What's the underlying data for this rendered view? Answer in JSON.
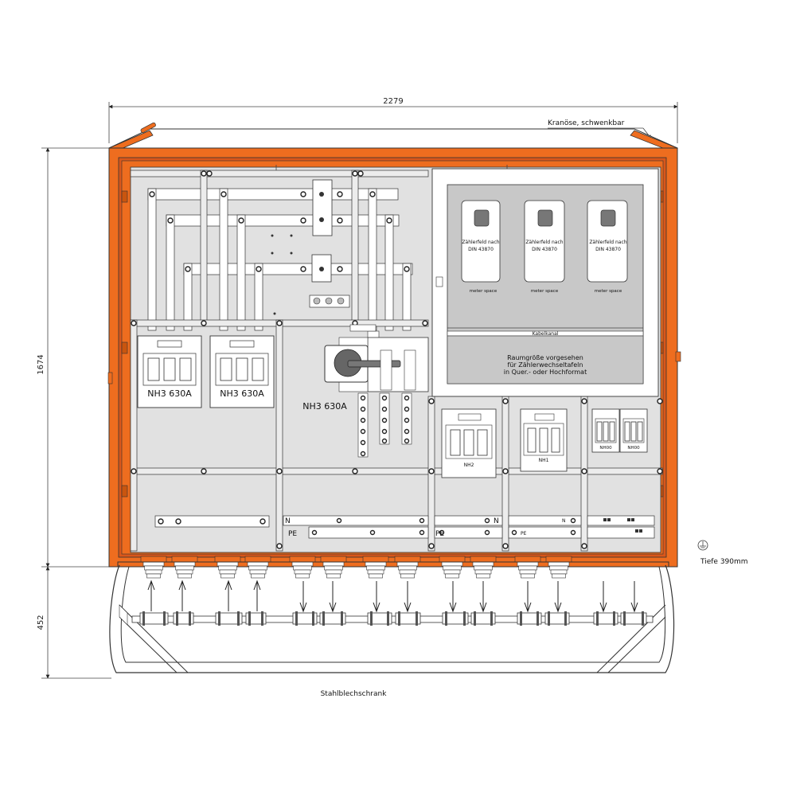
{
  "dimensions": {
    "width": "2279",
    "height": "1674",
    "base_height": "452",
    "depth": "Tiefe 390mm"
  },
  "labels": {
    "crane_eye": "Kranöse, schwenkbar",
    "cabinet_type": "Stahlblechschrank",
    "cable_channel": "Kabelkanal",
    "meter_space_note": [
      "Raumgröße vorgesehen",
      "für Zählerwechseltafeln",
      "in Quer.- oder Hochformat"
    ],
    "main_switch": "NH3  630A"
  },
  "meter_fields": [
    {
      "title": "Zählerfeld nach",
      "standard": "DIN 43870",
      "caption": "meter space"
    },
    {
      "title": "Zählerfeld nach",
      "standard": "DIN 43870",
      "caption": "meter space"
    },
    {
      "title": "Zählerfeld nach",
      "standard": "DIN 43870",
      "caption": "meter space"
    }
  ],
  "fuse_bases": [
    {
      "label": "NH3  630A"
    },
    {
      "label": "NH3  630A"
    },
    {
      "label": "NH2"
    },
    {
      "label": "NH1"
    },
    {
      "label": "NH00"
    },
    {
      "label": "NH00"
    }
  ],
  "busbars": {
    "neutral": "N",
    "protective_earth": "PE"
  },
  "colors": {
    "housing": "#ee6d1f",
    "housing_dark": "#c9550f",
    "panel": "#e1e1e1",
    "meter_area": "#c8c8c8"
  }
}
